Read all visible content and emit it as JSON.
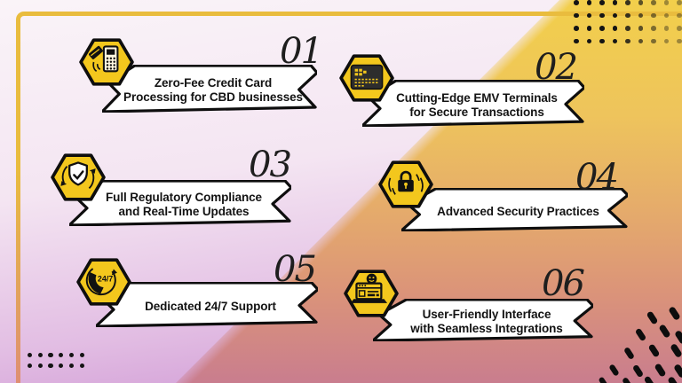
{
  "colors": {
    "yellow_top": "#f2cf4b",
    "salmon_bottom": "#c97d8e",
    "pink_top": "#faf4f8",
    "orchid_bottom": "#cb90d1",
    "frame_yellow": "#e9bc3e",
    "hex_yellow": "#f3c71d",
    "ink": "#131313",
    "banner_fill": "#ffffff"
  },
  "items": [
    {
      "number": "01",
      "icon": "card-swipe-terminal-icon",
      "line1": "Zero-Fee Credit Card",
      "line2": "Processing for CBD businesses"
    },
    {
      "number": "02",
      "icon": "emv-card-icon",
      "line1": "Cutting-Edge EMV Terminals",
      "line2": "for Secure Transactions"
    },
    {
      "number": "03",
      "icon": "compliance-shield-icon",
      "line1": "Full Regulatory Compliance",
      "line2": "and Real-Time Updates"
    },
    {
      "number": "04",
      "icon": "security-lock-icon",
      "line1": "Advanced Security Practices",
      "line2": ""
    },
    {
      "number": "05",
      "icon": "support-24-7-icon",
      "badge": "24/7",
      "line1": "Dedicated 24/7 Support",
      "line2": ""
    },
    {
      "number": "06",
      "icon": "user-interface-icon",
      "line1": "User-Friendly Interface",
      "line2": "with Seamless Integrations"
    }
  ],
  "decor": {
    "top_right_dots": {
      "rows": 4,
      "cols": 9
    },
    "bottom_left_dots": {
      "rows": 2,
      "cols": 6
    },
    "bottom_right_dashes": 16
  }
}
